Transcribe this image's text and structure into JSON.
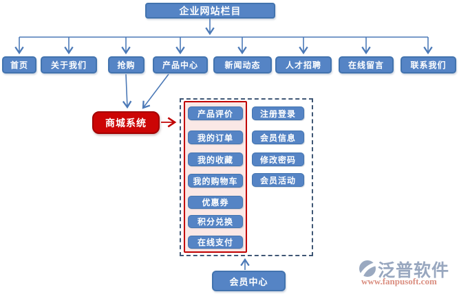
{
  "diagram": {
    "root": {
      "label": "企业网站栏目"
    },
    "nav_items": [
      {
        "label": "首页"
      },
      {
        "label": "关于我们"
      },
      {
        "label": "抢购"
      },
      {
        "label": "产品中心"
      },
      {
        "label": "新闻动态"
      },
      {
        "label": "人才招聘"
      },
      {
        "label": "在线留言"
      },
      {
        "label": "联系我们"
      }
    ],
    "mall": {
      "label": "商城系统"
    },
    "member_center": {
      "label": "会员中心"
    },
    "mall_panel": {
      "left_items": [
        {
          "label": "产品评价"
        },
        {
          "label": "我的订单"
        },
        {
          "label": "我的收藏"
        },
        {
          "label": "我的购物车"
        },
        {
          "label": "优惠券"
        },
        {
          "label": "积分兑换"
        },
        {
          "label": "在线支付"
        }
      ],
      "right_items": [
        {
          "label": "注册登录"
        },
        {
          "label": "会员信息"
        },
        {
          "label": "修改密码"
        },
        {
          "label": "会员活动"
        }
      ]
    }
  },
  "watermark": {
    "brand": "泛普软件",
    "url": "www.fanpusoft.com"
  },
  "colors": {
    "node_fill": "#5584C5",
    "node_border": "#4273AE",
    "node_text": "#FFFFFF",
    "connector_blue": "#4B79B7",
    "accent_red": "#CC0000",
    "panel_pink": "#FAE8E6",
    "dash_border": "#3E5674",
    "watermark_text": "#98A7BF",
    "watermark_url": "#DA8E80"
  }
}
